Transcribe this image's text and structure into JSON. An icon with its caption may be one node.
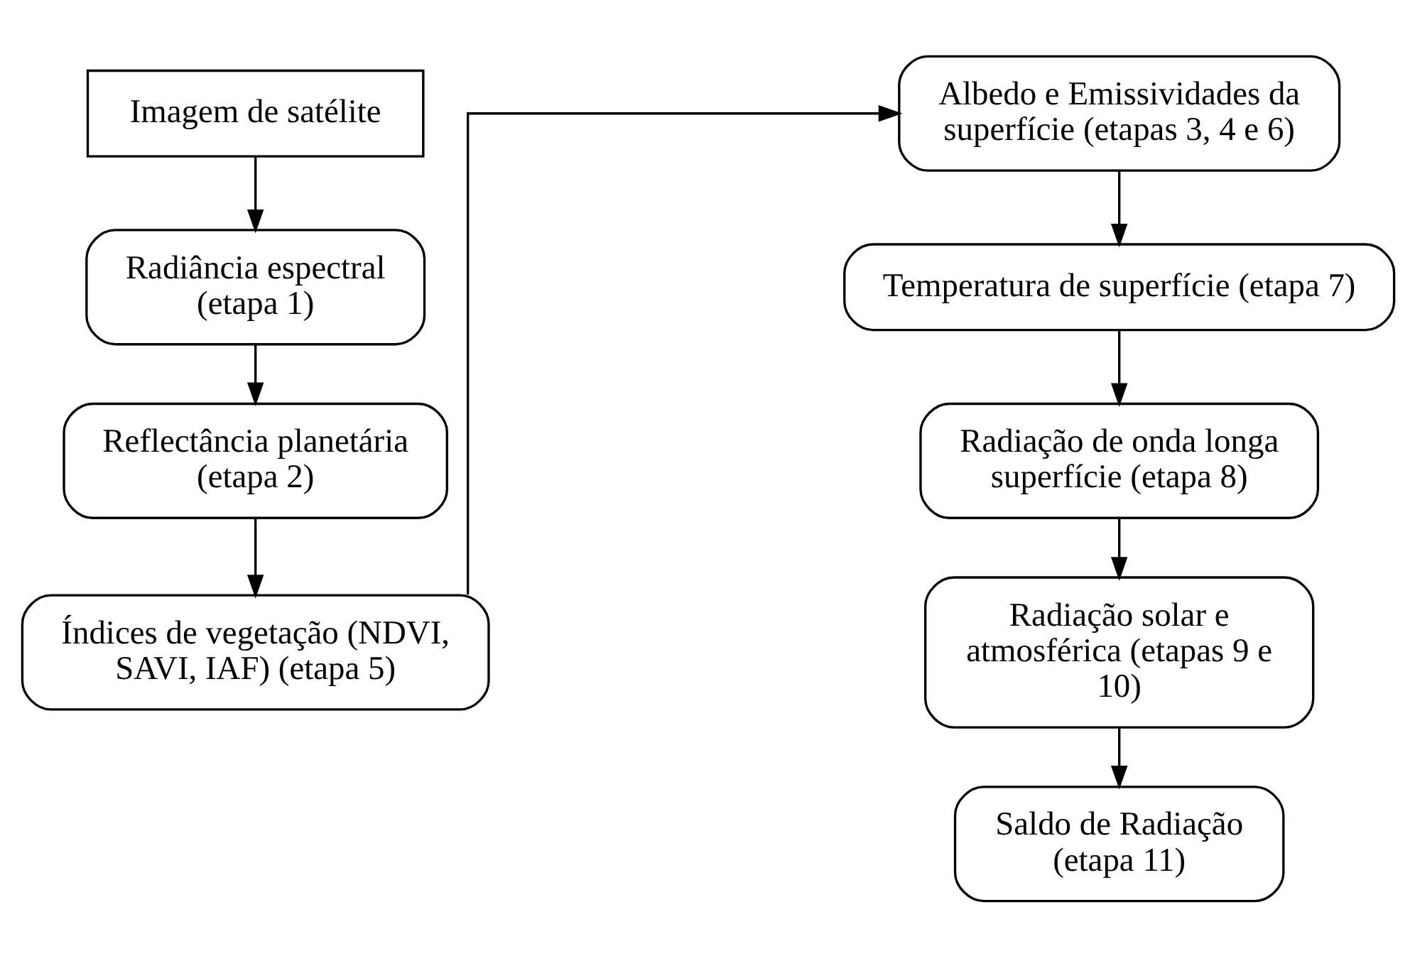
{
  "diagram": {
    "nodes": [
      {
        "text": [
          "Imagem de satélite"
        ]
      },
      {
        "text": [
          "Radiância espectral (etapa 1)"
        ]
      },
      {
        "text": [
          "Reflectância planetária (etapa 2)"
        ]
      },
      {
        "text": [
          "Índices de vegetação (NDVI, SAVI, IAF) (etapa 5)"
        ]
      },
      {
        "text": [
          "Albedo e Emissividades da superfície (etapas 3, 4 e 6)"
        ]
      },
      {
        "text": [
          "Temperatura de superfície (etapa 7)"
        ]
      },
      {
        "text": [
          "Radiação de onda longa superfície (etapa 8)"
        ]
      },
      {
        "text": [
          "Radiação solar e atmosférica (etapas 9 e 10)"
        ]
      },
      {
        "text": [
          "Saldo de Radiação (etapa 11)"
        ]
      }
    ],
    "edges": [
      {
        "from": 0,
        "to": 1,
        "arrow": "to"
      },
      {
        "from": 1,
        "to": 2,
        "arrow": "to"
      },
      {
        "from": 2,
        "to": 3,
        "arrow": "to"
      },
      {
        "from": 3,
        "to": 4,
        "arrow": "to"
      },
      {
        "from": 4,
        "to": 5,
        "arrow": "to"
      },
      {
        "from": 5,
        "to": 6,
        "arrow": "to"
      },
      {
        "from": 6,
        "to": 7,
        "arrow": "to"
      },
      {
        "from": 7,
        "to": 8,
        "arrow": "to"
      }
    ]
  }
}
